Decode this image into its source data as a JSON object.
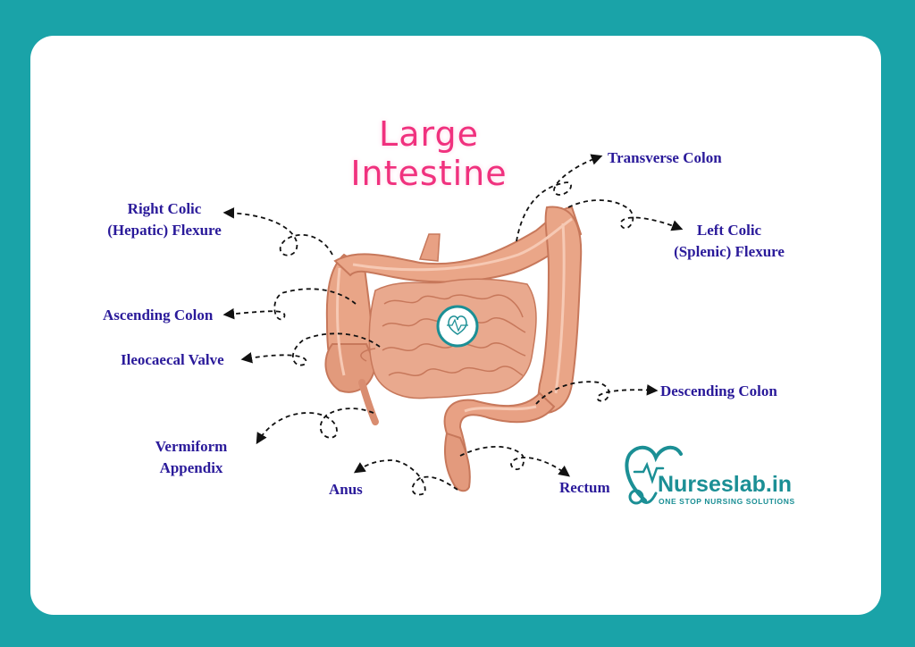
{
  "title": "Large Intestine",
  "labels": {
    "transverse_colon": "Transverse Colon",
    "right_colic_line1": "Right Colic",
    "right_colic_line2": "(Hepatic) Flexure",
    "left_colic_line1": "Left Colic",
    "left_colic_line2": "(Splenic) Flexure",
    "ascending_colon": "Ascending Colon",
    "ileocaecal_valve": "Ileocaecal Valve",
    "descending_colon": "Descending Colon",
    "vermiform_line1": "Vermiform",
    "vermiform_line2": "Appendix",
    "anus": "Anus",
    "rectum": "Rectum"
  },
  "logo": {
    "name": "Nurseslab.in",
    "tagline": "ONE STOP NURSING SOLUTIONS",
    "watermark": "Nurseslab.in"
  },
  "colors": {
    "background": "#1aa3a8",
    "title": "#f0317e",
    "label": "#2a1a9a",
    "intestine": "#e8a184",
    "brand": "#1b8f95"
  }
}
